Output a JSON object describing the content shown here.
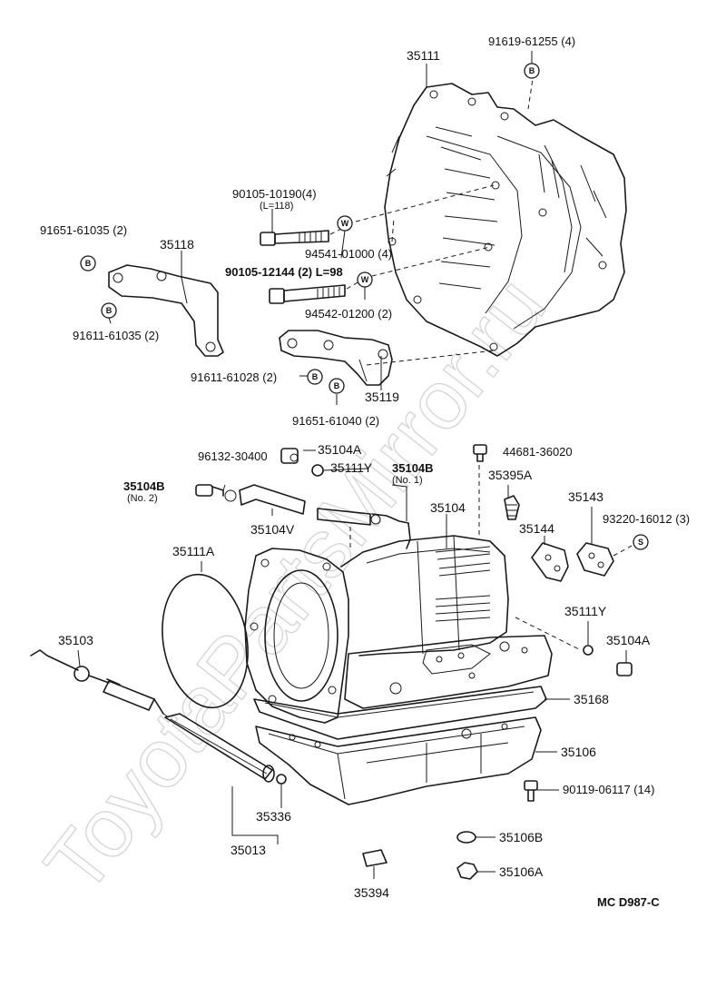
{
  "watermark": "ToyotaPartsMirror.ru",
  "diagram_code": "MC D987-C",
  "badges": {
    "B": "B",
    "W": "W",
    "S": "S"
  },
  "labels": {
    "p35111": "35111",
    "p91619": "91619-61255 (4)",
    "p90105_10190": "90105-10190(4)",
    "p90105_10190_len": "(L=118)",
    "p91651_61035": "91651-61035 (2)",
    "p35118": "35118",
    "p94541": "94541-01000 (4)",
    "p90105_12144": "90105-12144 (2) L=98",
    "p94542": "94542-01200 (2)",
    "p91611_61035": "91611-61035 (2)",
    "p91611_61028": "91611-61028 (2)",
    "p35119": "35119",
    "p91651_61040": "91651-61040 (2)",
    "p96132": "96132-30400",
    "p35104A_top": "35104A",
    "p44681": "44681-36020",
    "p35111Y_top": "35111Y",
    "p35104B_no1": "35104B",
    "p35104B_no1_sub": "(No. 1)",
    "p35104B_no2": "35104B",
    "p35104B_no2_sub": "(No. 2)",
    "p35395A": "35395A",
    "p35143": "35143",
    "p35104": "35104",
    "p35104V": "35104V",
    "p35144": "35144",
    "p93220": "93220-16012 (3)",
    "p35111A": "35111A",
    "p35111Y_right": "35111Y",
    "p35104A_right": "35104A",
    "p35103": "35103",
    "p35168": "35168",
    "p35106": "35106",
    "p90119": "90119-06117 (14)",
    "p35336": "35336",
    "p35013": "35013",
    "p35106B": "35106B",
    "p35106A": "35106A",
    "p35394": "35394"
  }
}
